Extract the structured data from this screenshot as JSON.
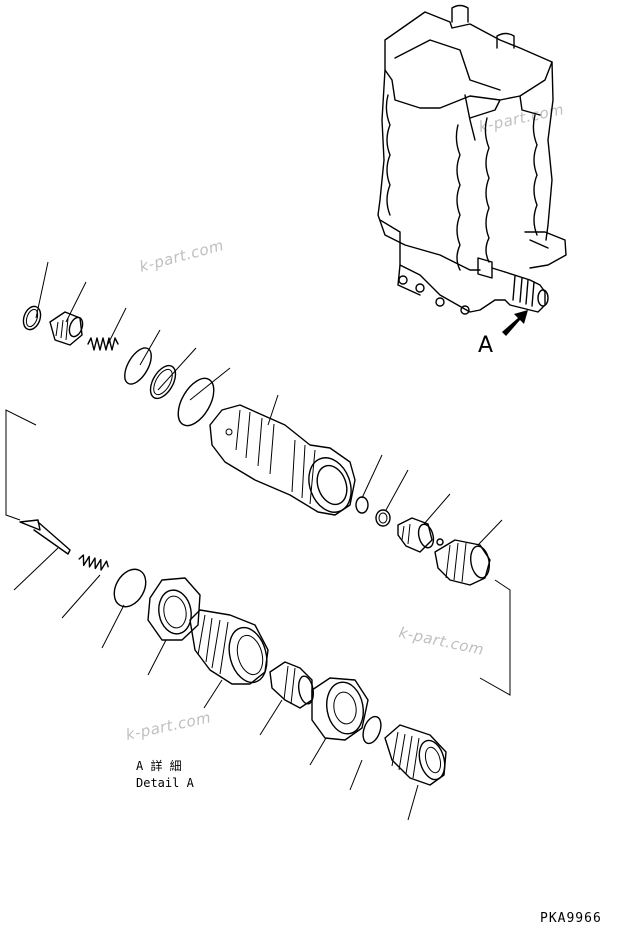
{
  "view_label": "A",
  "detail_label": {
    "jp": "A 詳 細",
    "en": "Detail A"
  },
  "drawing_code": "PKA9966",
  "watermark_text": "k-part.com",
  "colors": {
    "line": "#000000",
    "background": "#ffffff",
    "watermark": "#bfbfbf"
  },
  "icons": {
    "arrow": "view-direction-arrow-icon"
  }
}
